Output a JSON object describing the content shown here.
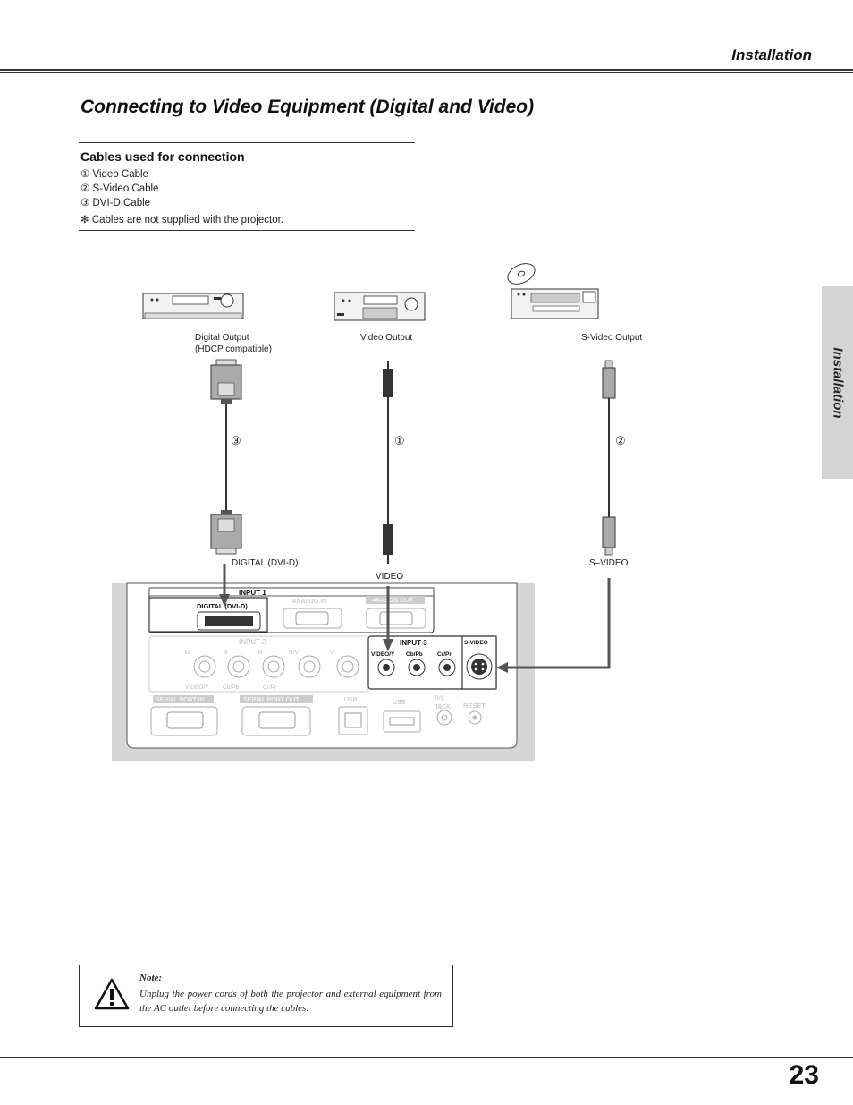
{
  "header": {
    "section": "Installation"
  },
  "title": "Connecting to Video Equipment (Digital and Video)",
  "side_tab": "Installation",
  "cables": {
    "heading": "Cables used for connection",
    "items": [
      "① Video Cable",
      "② S-Video Cable",
      "③ DVI-D Cable"
    ],
    "footnote": "✻ Cables are not supplied with the projector."
  },
  "diagram": {
    "sources": {
      "digital": [
        "Digital Output",
        "(HDCP compatible)"
      ],
      "video": "Video Output",
      "svideo": "S-Video Output"
    },
    "cable_marks": {
      "dvi": "③",
      "video": "①",
      "svideo": "②"
    },
    "connector_labels": {
      "dvi": "DIGITAL (DVI-D)",
      "video": "VIDEO",
      "svideo": "S–VIDEO"
    },
    "panel": {
      "input1": "INPUT 1",
      "digital": "DIGITAL (DVI-D)",
      "analog_in": "ANALOG IN",
      "analog_out": "ANALOG OUT",
      "input2": "INPUT 2",
      "input2_top": [
        "G",
        "B",
        "R",
        "H/V",
        "V"
      ],
      "input2_bottom": [
        "VIDEO/Y",
        "Cb/Pb",
        "Cr/Pr"
      ],
      "input3": "INPUT 3",
      "input3_jacks": [
        "VIDEO/Y",
        "Cb/Pb",
        "Cr/Pr"
      ],
      "svideo": "S-VIDEO",
      "serial_in": "SERIAL PORT IN",
      "serial_out": "SERIAL PORT OUT",
      "usb1": "USB",
      "usb2": "USB",
      "rc": "R/C",
      "jack": "JACK",
      "reset": "RESET"
    }
  },
  "note": {
    "title": "Note:",
    "body": "Unplug the power cords of both the projector and external equipment from the AC outlet before connecting the cables."
  },
  "page_number": "23"
}
